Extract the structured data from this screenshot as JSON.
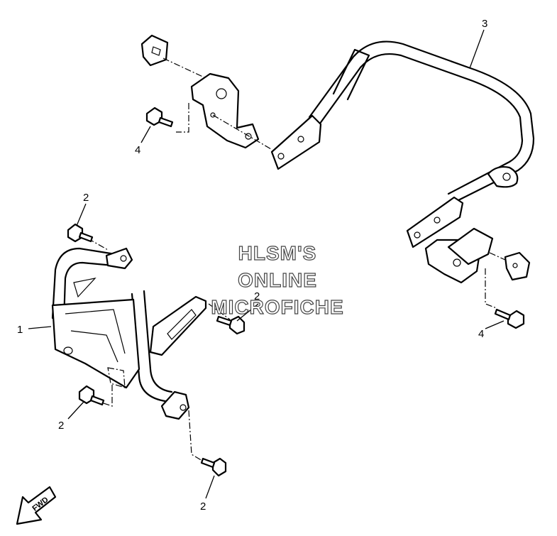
{
  "diagram": {
    "callouts": {
      "c1": "1",
      "c2a": "2",
      "c2b": "2",
      "c2c": "2",
      "c2d": "2",
      "c3": "3",
      "c4a": "4",
      "c4b": "4"
    },
    "watermark": {
      "line1": "HLSM'S",
      "line2": "ONLINE",
      "line3": "MICROFICHE"
    },
    "direction_badge": "FWD"
  }
}
